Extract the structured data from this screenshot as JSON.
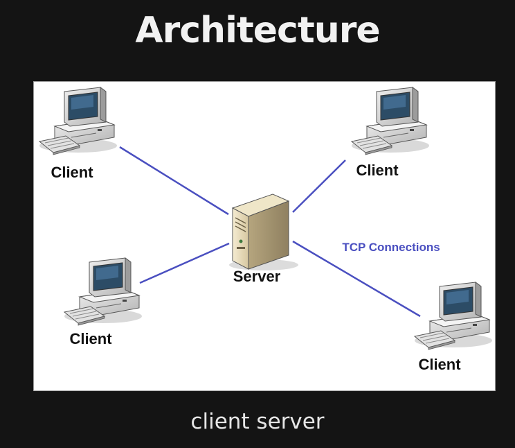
{
  "title": "Architecture",
  "caption": "client server",
  "diagram": {
    "server_label": "Server",
    "client_label": "Client",
    "connection_label": "TCP Connections",
    "colors": {
      "connection_line": "#4a4fc0",
      "connection_text": "#4a4fc0",
      "background": "#141414",
      "panel": "#ffffff"
    }
  }
}
